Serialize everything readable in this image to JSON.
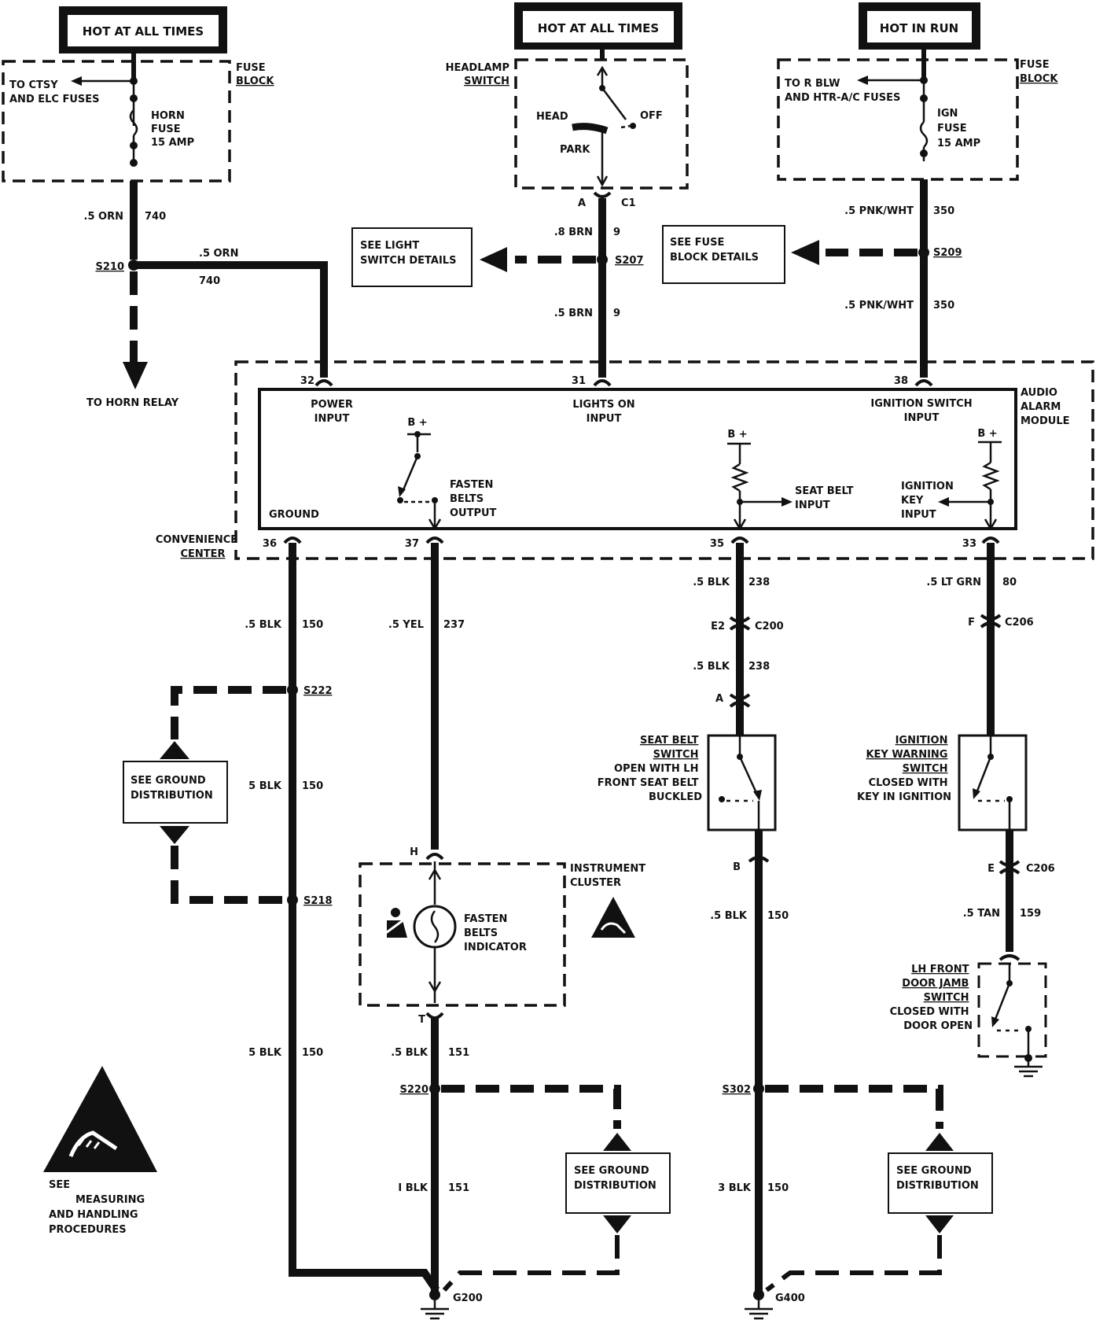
{
  "sources": {
    "horn_hot": "HOT AT ALL TIMES",
    "headlamp_hot": "HOT AT ALL TIMES",
    "ign_hot": "HOT IN RUN"
  },
  "fuse_block_left": {
    "title": "FUSE BLOCK",
    "to_ctsy": "TO CTSY AND ELC FUSES",
    "fuse": "HORN FUSE 15 AMP"
  },
  "headlamp_switch": {
    "title": "HEADLAMP SWITCH",
    "head": "HEAD",
    "off": "OFF",
    "park": "PARK",
    "pin_a": "A",
    "conn": "C1"
  },
  "fuse_block_right": {
    "title": "FUSE BLOCK",
    "to_rblw": "TO R BLW AND HTR-A/C FUSES",
    "fuse": "IGN FUSE 15 AMP"
  },
  "wires": {
    "w740a_gauge": ".5 ORN",
    "w740a_num": "740",
    "w740b_gauge": ".5 ORN",
    "w740b_num": "740",
    "w9a_gauge": ".8 BRN",
    "w9a_num": "9",
    "w9b_gauge": ".5 BRN",
    "w9b_num": "9",
    "w350a_gauge": ".5 PNK/WHT",
    "w350a_num": "350",
    "w350b_gauge": ".5 PNK/WHT",
    "w350b_num": "350",
    "w150a_gauge": ".5 BLK",
    "w150a_num": "150",
    "w150b_gauge": "5 BLK",
    "w150b_num": "150",
    "w150c_gauge": "5 BLK",
    "w150c_num": "150",
    "w237_gauge": ".5 YEL",
    "w237_num": "237",
    "w151a_gauge": ".5 BLK",
    "w151a_num": "151",
    "w151b_gauge": "I BLK",
    "w151b_num": "151",
    "w238a_gauge": ".5 BLK",
    "w238a_num": "238",
    "w238b_gauge": ".5 BLK",
    "w238b_num": "238",
    "w150d_gauge": ".5 BLK",
    "w150d_num": "150",
    "w150e_gauge": "3 BLK",
    "w150e_num": "150",
    "w80_gauge": ".5 LT GRN",
    "w80_num": "80",
    "w159_gauge": ".5 TAN",
    "w159_num": "159"
  },
  "splices": {
    "s210": "S210",
    "s207": "S207",
    "s209": "S209",
    "s222": "S222",
    "s218": "S218",
    "s220": "S220",
    "s302": "S302"
  },
  "refs": {
    "light_switch": "SEE LIGHT SWITCH DETAILS",
    "fuse_block": "SEE FUSE BLOCK DETAILS",
    "horn_relay": "TO HORN RELAY",
    "ground_dist_1": "SEE GROUND DISTRIBUTION",
    "ground_dist_2": "SEE GROUND DISTRIBUTION",
    "ground_dist_3": "SEE GROUND DISTRIBUTION"
  },
  "module": {
    "title": "AUDIO ALARM MODULE",
    "convenience_center": "CONVENIENCE CENTER",
    "power_input": "POWER INPUT",
    "lights_on_input": "LIGHTS ON INPUT",
    "ignition_switch_input": "IGNITION SWITCH INPUT",
    "ground": "GROUND",
    "fasten_belts_output": "FASTEN BELTS OUTPUT",
    "seat_belt_input": "SEAT BELT INPUT",
    "ignition_key_input": "IGNITION KEY INPUT",
    "bplus": "B +",
    "pins": {
      "p32": "32",
      "p31": "31",
      "p38": "38",
      "p36": "36",
      "p37": "37",
      "p35": "35",
      "p33": "33"
    }
  },
  "connectors": {
    "e2": "E2",
    "c200": "C200",
    "a": "A",
    "b": "B",
    "f": "F",
    "c206a": "C206",
    "e": "E",
    "c206b": "C206",
    "h": "H",
    "t": "T"
  },
  "instrument_cluster": {
    "title": "INSTRUMENT CLUSTER",
    "indicator": "FASTEN BELTS INDICATOR"
  },
  "seat_belt_switch": {
    "title": "SEAT BELT SWITCH",
    "desc": "OPEN WITH LH FRONT SEAT BELT BUCKLED"
  },
  "ign_key_switch": {
    "title": "IGNITION KEY WARNING SWITCH",
    "desc": "CLOSED WITH KEY IN IGNITION"
  },
  "door_jamb_switch": {
    "title": "LH FRONT DOOR JAMB SWITCH",
    "desc": "CLOSED WITH DOOR OPEN"
  },
  "grounds": {
    "g200": "G200",
    "g400": "G400"
  },
  "esd_note": "SEE MEASURING AND HANDLING PROCEDURES"
}
